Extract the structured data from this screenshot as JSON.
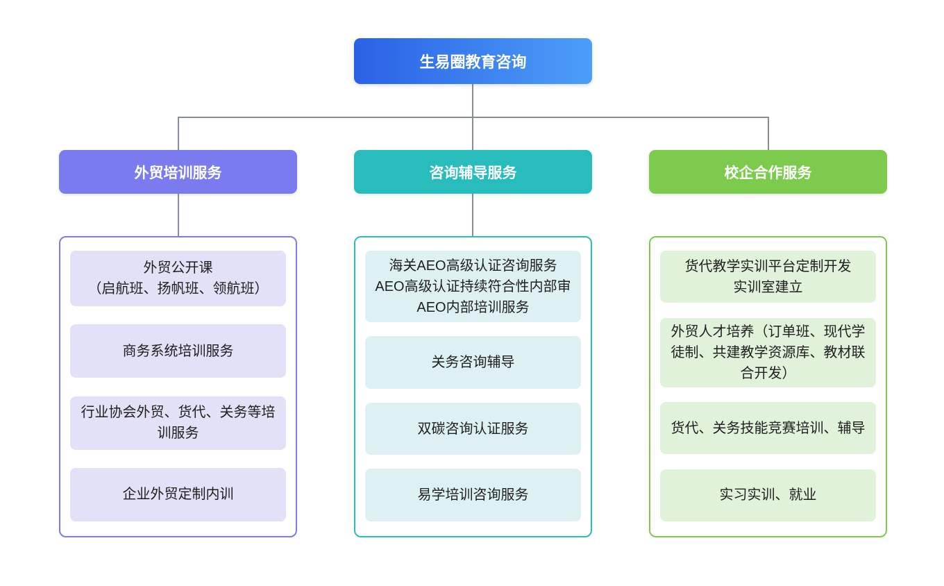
{
  "root": {
    "label": "生易圈教育咨询"
  },
  "columns": [
    {
      "header": "外贸培训服务",
      "accent": "#7b7bf0",
      "item_bg": "#e3e1f8",
      "items": [
        {
          "text": "外贸公开课\n（启航班、扬帆班、领航班）"
        },
        {
          "text": "商务系统培训服务"
        },
        {
          "text": "行业协会外贸、货代、关务等培训服务"
        },
        {
          "text": "企业外贸定制内训"
        }
      ]
    },
    {
      "header": "咨询辅导服务",
      "accent": "#29bcbc",
      "item_bg": "#def1f2",
      "items": [
        {
          "text": "海关AEO高级认证咨询服务\nAEO高级认证持续符合性内部审\nAEO内部培训服务"
        },
        {
          "text": "关务咨询辅导"
        },
        {
          "text": "双碳咨询认证服务"
        },
        {
          "text": "易学培训咨询服务"
        }
      ]
    },
    {
      "header": "校企合作服务",
      "accent": "#7ccb4d",
      "item_bg": "#e0f2da",
      "items": [
        {
          "text": "货代教学实训平台定制开发\n实训室建立"
        },
        {
          "text": "外贸人才培养（订单班、现代学徒制、共建教学资源库、教材联合开发）"
        },
        {
          "text": "货代、关务技能竞赛培训、辅导"
        },
        {
          "text": "实习实训、就业"
        }
      ]
    }
  ],
  "colors": {
    "root_gradient_start": "#2a62e6",
    "root_gradient_end": "#4c9ef8",
    "connector": "#858d99"
  }
}
